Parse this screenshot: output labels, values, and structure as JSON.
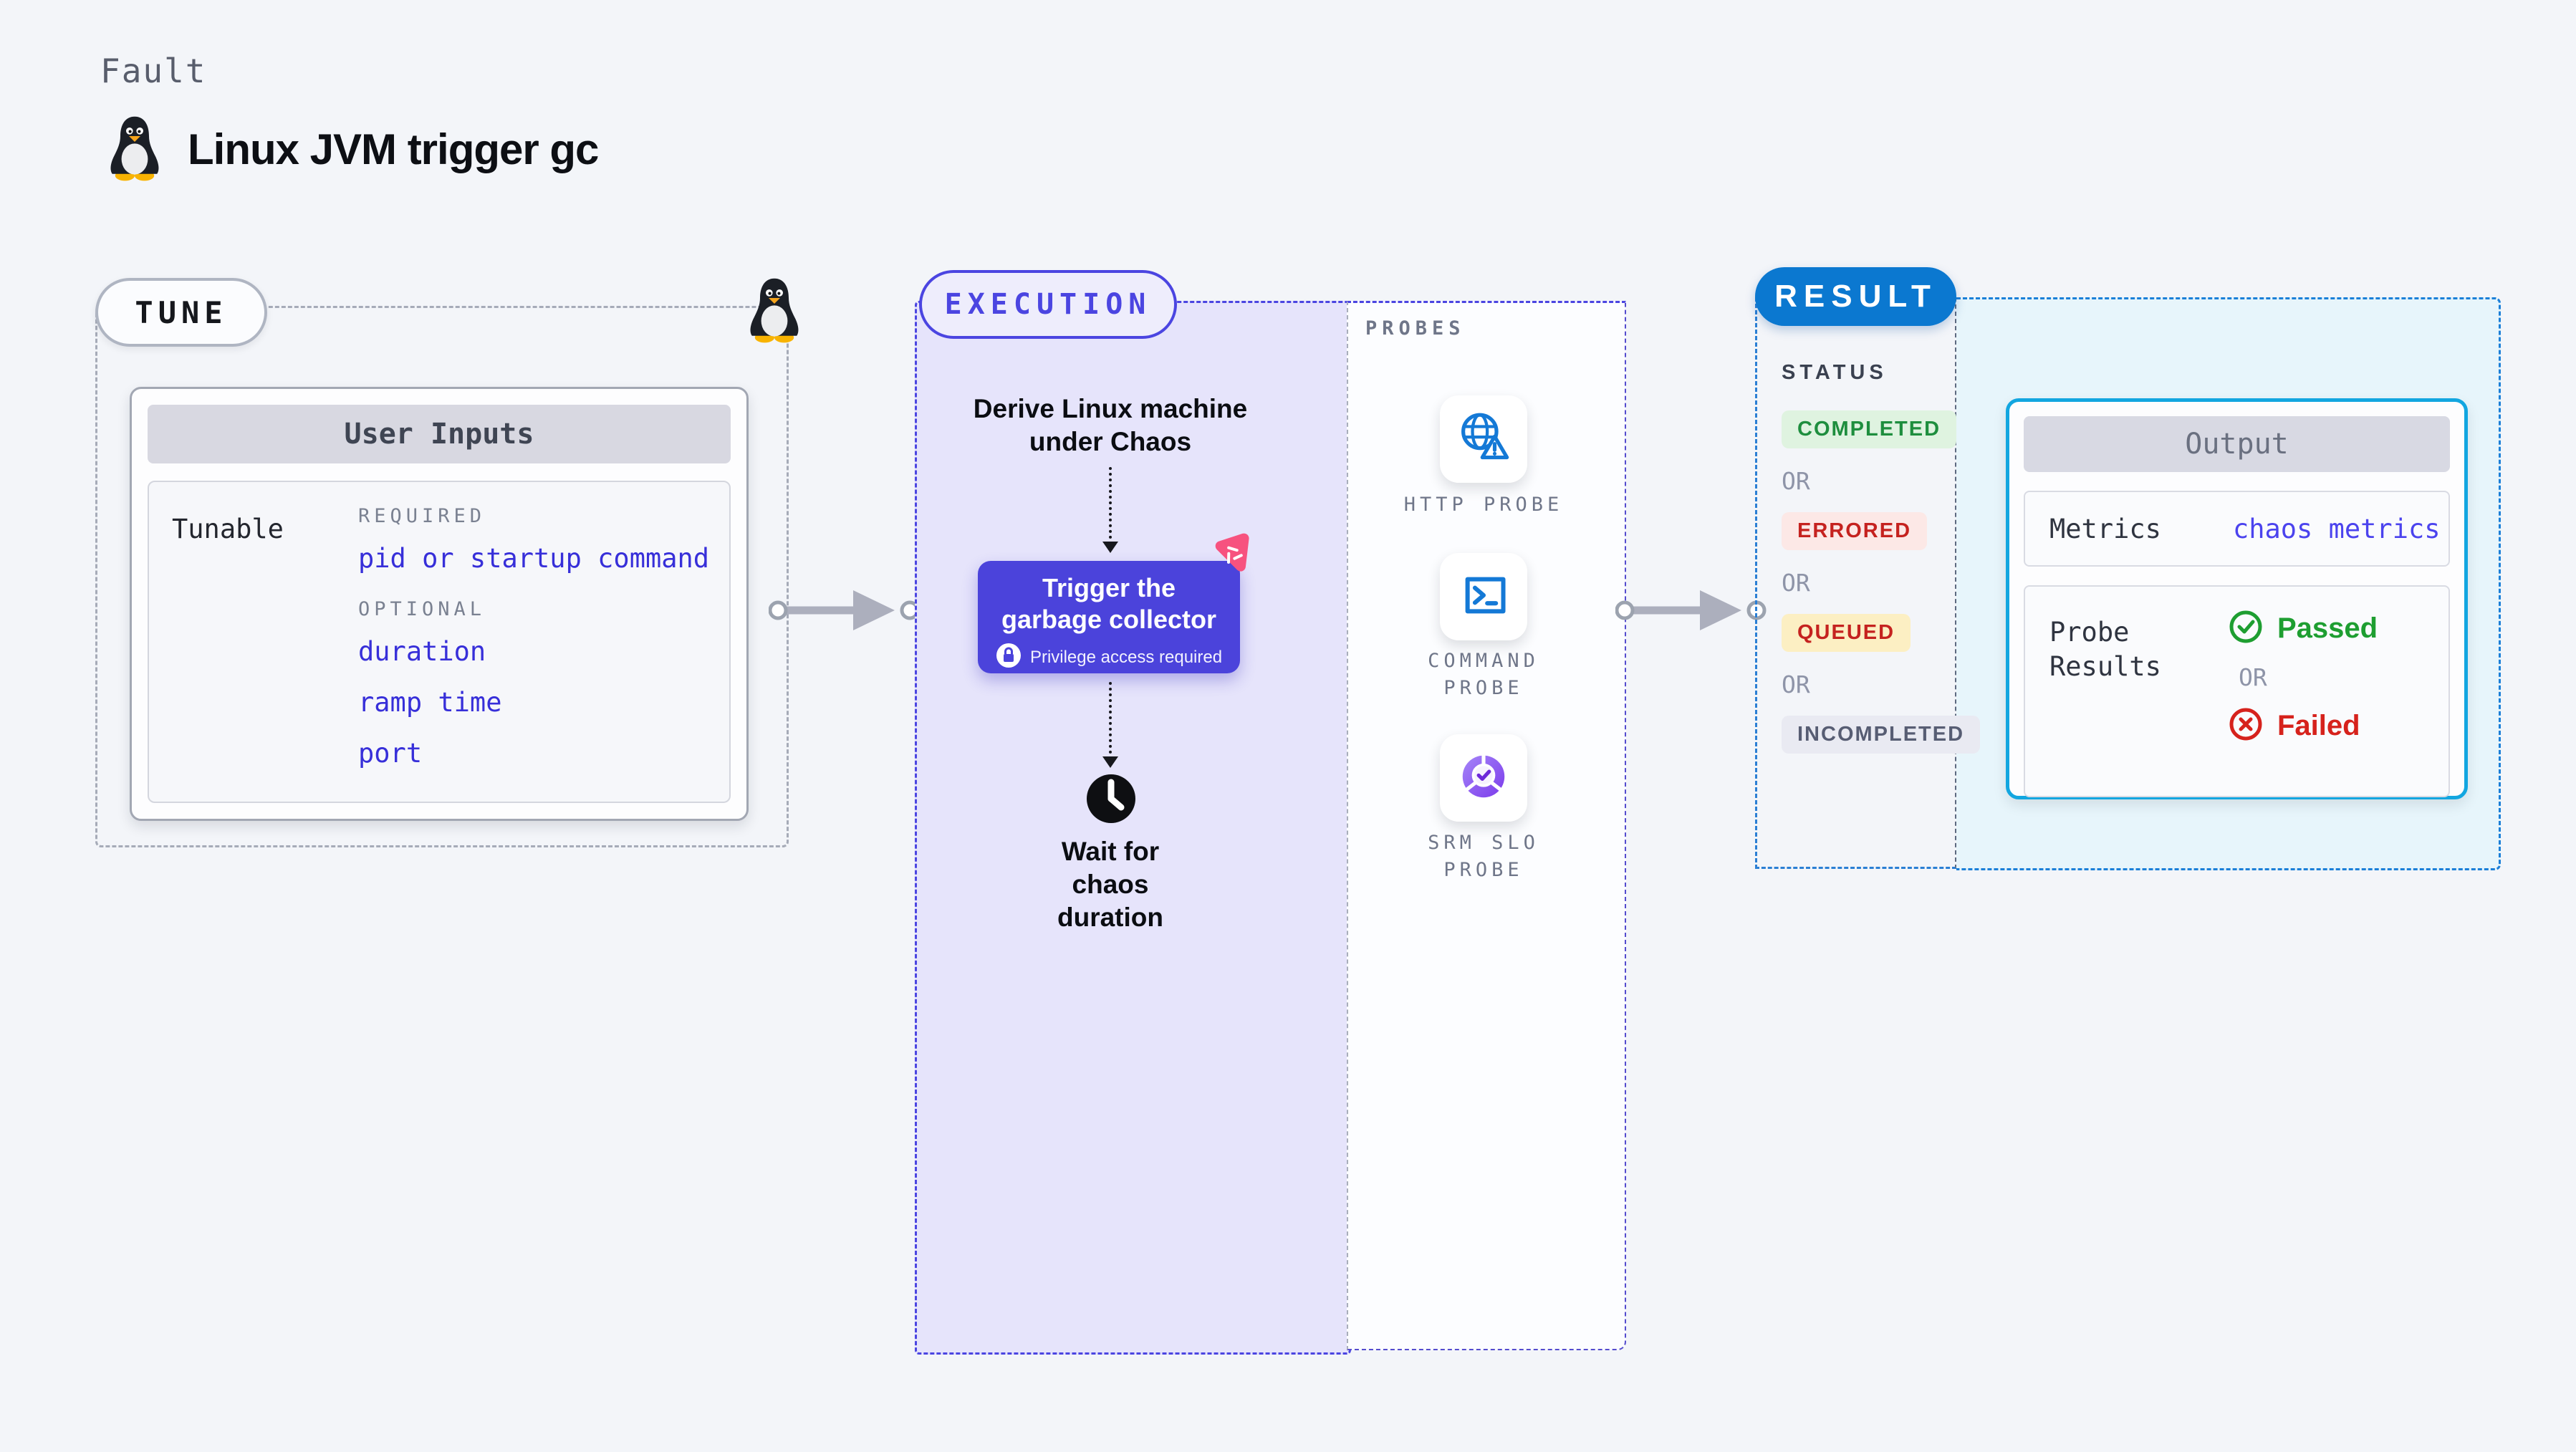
{
  "page": {
    "kicker": "Fault",
    "title": "Linux JVM trigger gc"
  },
  "tune": {
    "badge": "TUNE",
    "card_title": "User Inputs",
    "row_label": "Tunable",
    "required_label": "REQUIRED",
    "required_link": "pid or startup command",
    "optional_label": "OPTIONAL",
    "optional_links": [
      "duration",
      "ramp time",
      "port"
    ]
  },
  "execution": {
    "badge": "EXECUTION",
    "derive_lines": [
      "Derive Linux machine",
      "under Chaos"
    ],
    "action": {
      "title_lines": [
        "Trigger the",
        "garbage collector"
      ],
      "note": "Privilege access required"
    },
    "wait_lines": [
      "Wait for chaos",
      "duration"
    ]
  },
  "probes": {
    "label": "PROBES",
    "items": [
      {
        "icon": "globe-alert-icon",
        "label_line1": "HTTP PROBE",
        "label_line2": ""
      },
      {
        "icon": "terminal-icon",
        "label_line1": "COMMAND",
        "label_line2": "PROBE"
      },
      {
        "icon": "slo-donut-icon",
        "label_line1": "SRM SLO",
        "label_line2": "PROBE"
      }
    ]
  },
  "result": {
    "badge": "RESULT",
    "status_label": "STATUS",
    "or_label": "OR",
    "statuses": [
      {
        "label": "COMPLETED",
        "bg": "#DFF3E0",
        "fg": "#1E8E3E"
      },
      {
        "label": "ERRORED",
        "bg": "#FCE8E6",
        "fg": "#C5221F"
      },
      {
        "label": "QUEUED",
        "bg": "#FCEFC3",
        "fg": "#C5221F"
      },
      {
        "label": "INCOMPLETED",
        "bg": "#E9EAF2",
        "fg": "#575D73"
      }
    ],
    "output": {
      "title": "Output",
      "metrics_label": "Metrics",
      "metrics_value": "chaos metrics",
      "probe_results_label": "Probe Results",
      "passed_label": "Passed",
      "failed_label": "Failed",
      "or_label": "OR",
      "passed_color": "#1E9E31",
      "failed_color": "#D6221C"
    }
  },
  "colors": {
    "execution_accent": "#4B45E1",
    "result_badge_bg": "#0B78D0",
    "probe_icon_blue": "#1479D6",
    "link_blue": "#372FD9",
    "arrow_gray": "#ACAFBD",
    "action_button_bg": "#4B43DB",
    "chaos_pink": "#F7527F"
  }
}
